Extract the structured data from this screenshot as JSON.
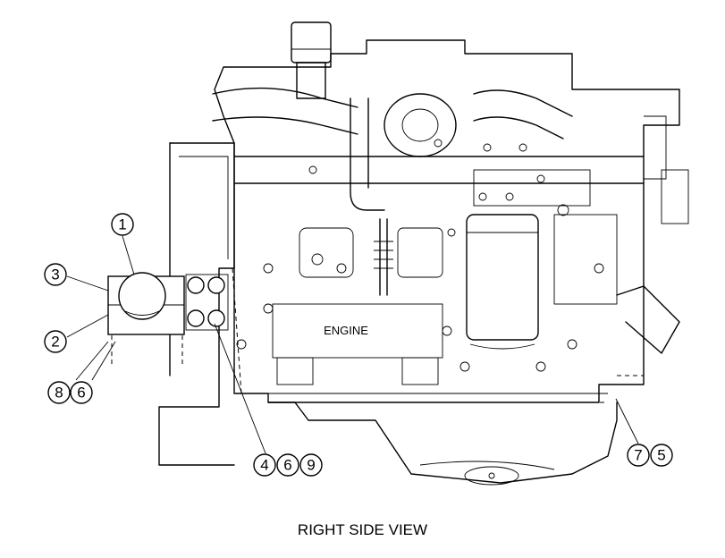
{
  "caption": "RIGHT SIDE VIEW",
  "engine_label": "ENGINE",
  "callouts": [
    {
      "id": "c1",
      "text": "1"
    },
    {
      "id": "c3",
      "text": "3"
    },
    {
      "id": "c2",
      "text": "2"
    },
    {
      "id": "c8",
      "text": "8"
    },
    {
      "id": "c6a",
      "text": "6"
    },
    {
      "id": "c4",
      "text": "4"
    },
    {
      "id": "c6b",
      "text": "6"
    },
    {
      "id": "c9",
      "text": "9"
    },
    {
      "id": "c7",
      "text": "7"
    },
    {
      "id": "c5",
      "text": "5"
    }
  ]
}
